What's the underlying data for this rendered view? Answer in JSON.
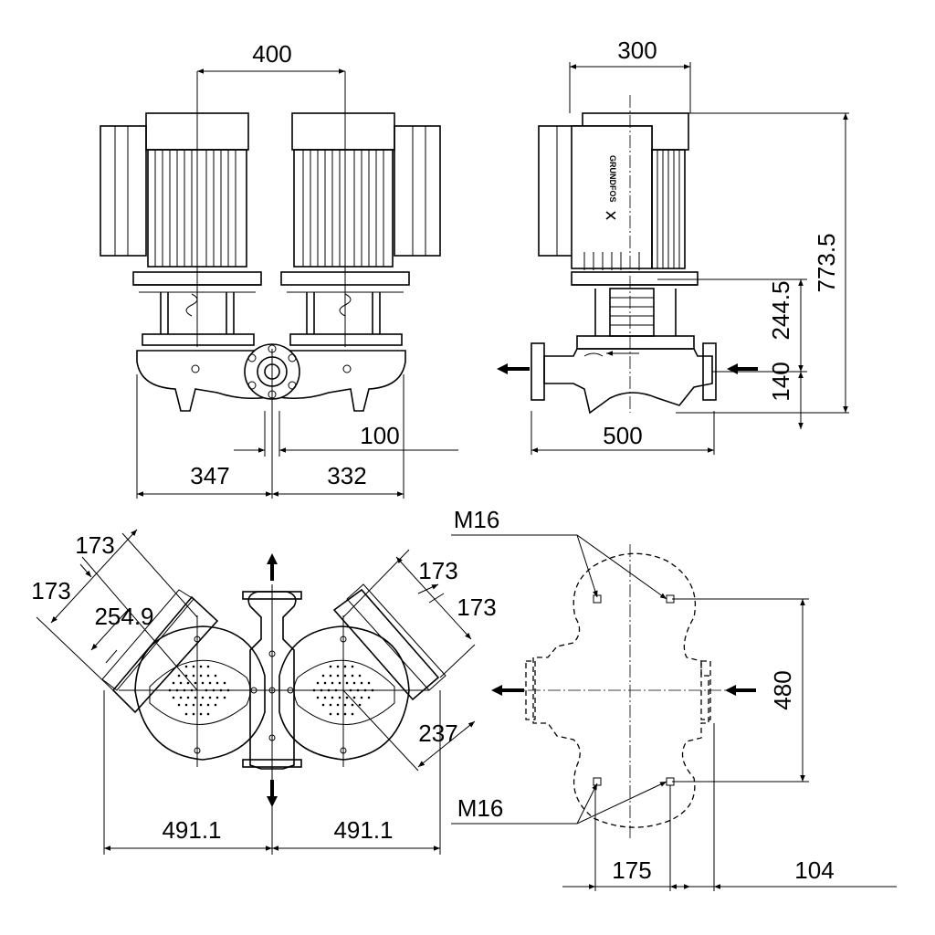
{
  "drawing": {
    "front_view": {
      "dim_top": "400",
      "dim_left_bottom": "347",
      "dim_right_bottom": "332",
      "dim_offset": "100"
    },
    "side_view": {
      "dim_top": "300",
      "dim_total_height": "773.5",
      "dim_upper_height": "244.5",
      "dim_lower_height": "140",
      "dim_width": "500",
      "logo_text": "GRUNDFOS"
    },
    "top_view": {
      "dim_173_a": "173",
      "dim_173_b": "173",
      "dim_173_c": "173",
      "dim_173_d": "173",
      "dim_254_9": "254.9",
      "dim_237": "237",
      "dim_491_left": "491.1",
      "dim_491_right": "491.1"
    },
    "foundation_view": {
      "bolt_top": "M16",
      "bolt_bottom": "M16",
      "dim_480": "480",
      "dim_175": "175",
      "dim_104": "104"
    }
  }
}
